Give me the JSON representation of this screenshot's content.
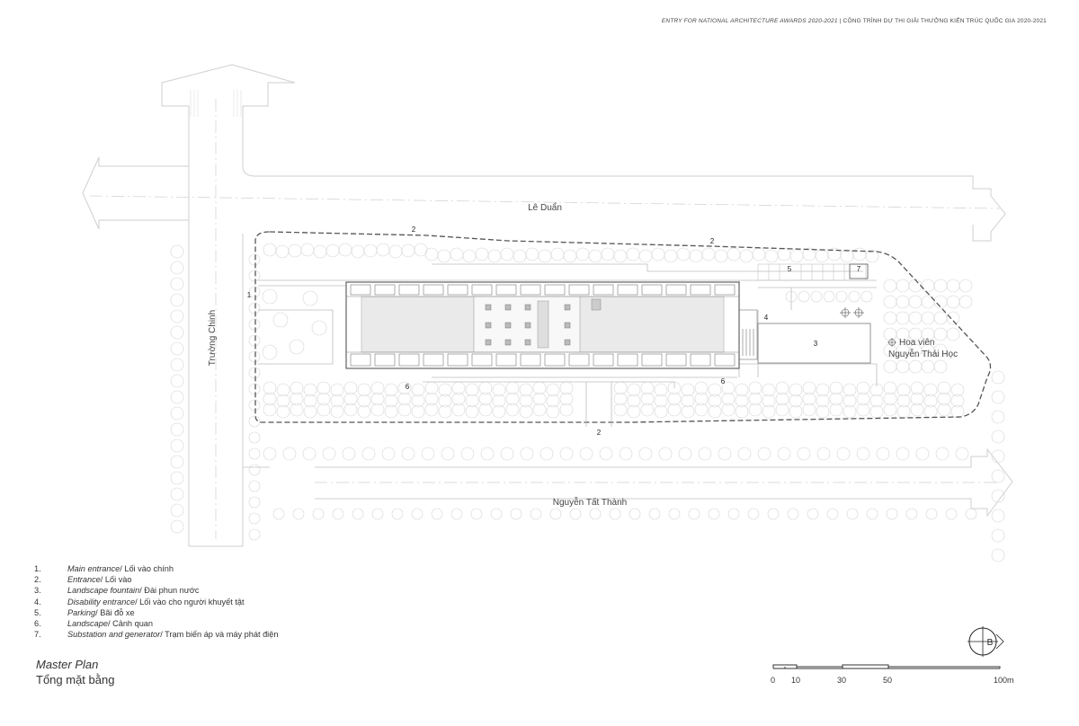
{
  "header": {
    "en": "ENTRY FOR NATIONAL ARCHITECTURE AWARDS 2020-2021",
    "separator": " | ",
    "vi": "CÔNG TRÌNH DỰ THI GIẢI THƯỞNG KIẾN TRÚC QUỐC GIA 2020-2021"
  },
  "streets": {
    "north": "Lê Duẩn",
    "west": "Trường Chinh",
    "south": "Nguyễn Tất Thành"
  },
  "park": {
    "line1": "Hoa viên",
    "line2": "Nguyễn Thái Học"
  },
  "markers": {
    "m1": "1",
    "m2a": "2",
    "m2b": "2",
    "m2c": "2",
    "m3": "3",
    "m4": "4",
    "m5": "5",
    "m6a": "6",
    "m6b": "6",
    "m7": "7"
  },
  "legend": [
    {
      "num": "1.",
      "en": "Main entrance",
      "vi": " / Lối vào chính"
    },
    {
      "num": "2.",
      "en": "Entrance",
      "vi": " / Lối vào"
    },
    {
      "num": "3.",
      "en": "Landscape fountain",
      "vi": " / Đài phun nước"
    },
    {
      "num": "4.",
      "en": "Disability entrance",
      "vi": " / Lối vào cho người khuyết tật"
    },
    {
      "num": "5.",
      "en": "Parking",
      "vi": " / Bãi đỗ xe"
    },
    {
      "num": "6.",
      "en": "Landscape",
      "vi": " / Cảnh quan"
    },
    {
      "num": "7.",
      "en": "Substation and generator",
      "vi": " / Trạm biến áp và máy phát điện"
    }
  ],
  "title": {
    "en": "Master Plan",
    "vi": "Tổng mặt bằng"
  },
  "north_arrow": {
    "label": "B"
  },
  "scale": {
    "t0": "0",
    "t10": "10",
    "t30": "30",
    "t50": "50",
    "t100": "100m"
  }
}
